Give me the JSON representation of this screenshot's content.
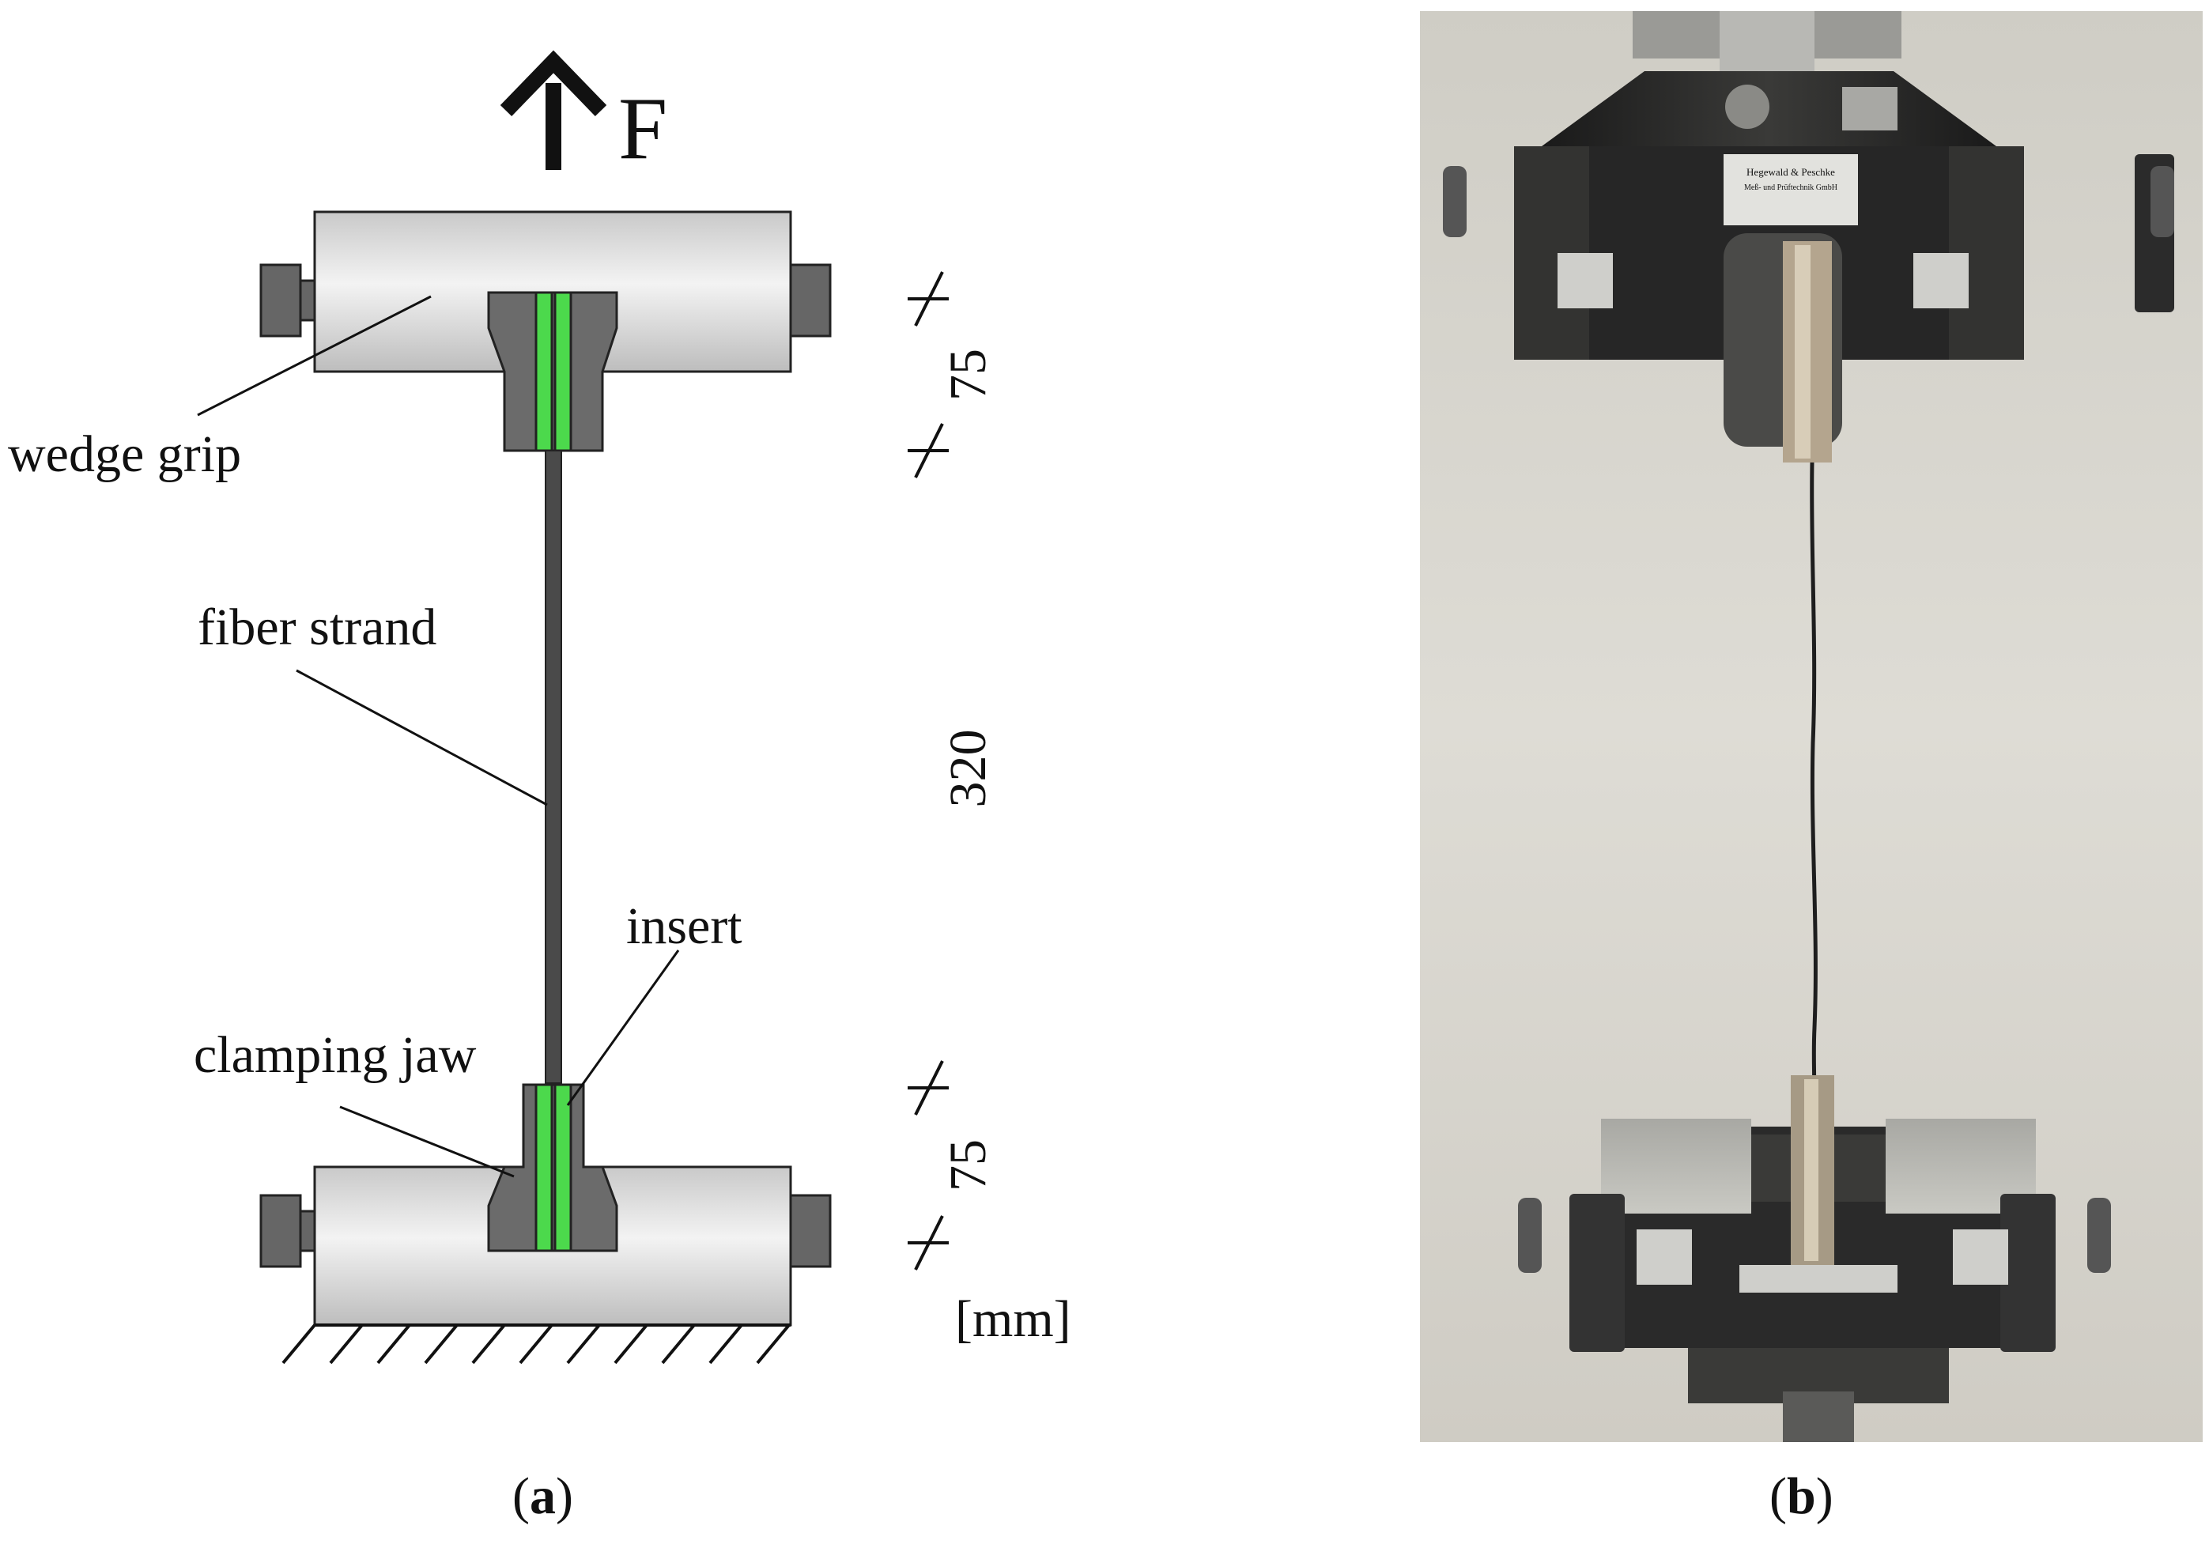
{
  "figure": {
    "panel_a": {
      "caption_letter": "a",
      "force_label": "F",
      "labels": {
        "wedge_grip": "wedge grip",
        "fiber_strand": "fiber strand",
        "insert": "insert",
        "clamping_jaw": "clamping jaw"
      },
      "dimensions": {
        "top_grip": "75",
        "free_length": "320",
        "bottom_grip": "75",
        "unit": "[mm]"
      },
      "colors": {
        "grip_body": "#d6d6d6",
        "grip_highlight": "#f4f4f4",
        "jaw": "#6b6b6b",
        "insert": "#4cd94c",
        "strand": "#4a4a4a",
        "outline": "#222222"
      }
    },
    "panel_b": {
      "caption_letter": "b",
      "photo": {
        "top_plate_brand": "Hegewald & Peschke",
        "top_plate_subtitle": "Meß- und Prüftechnik GmbH",
        "colors": {
          "wall": "#d6d4cd",
          "steel": "#2a2a2a",
          "steel_light": "#4a4a48",
          "aluminum": "#b9b9b4",
          "fiber": "#1e1e1e"
        }
      }
    }
  }
}
